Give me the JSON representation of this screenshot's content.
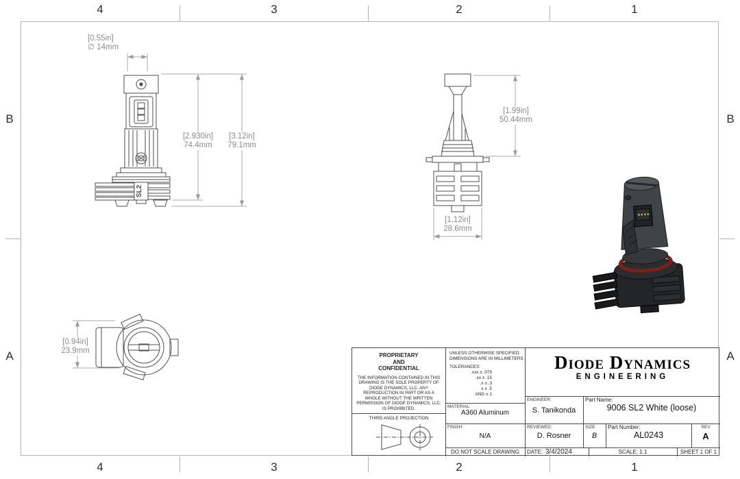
{
  "sheet": {
    "zone_cols": [
      "4",
      "3",
      "2",
      "1"
    ],
    "zone_rows": [
      "B",
      "A"
    ]
  },
  "views": {
    "front": {
      "logo_text": "SL2"
    }
  },
  "dims": {
    "front_dia_in": "[0.55in]",
    "front_dia_mm": "∅ 14mm",
    "front_h1_in": "[2.930in]",
    "front_h1_mm": "74.4mm",
    "front_h2_in": "[3.12in]",
    "front_h2_mm": "79.1mm",
    "side_h_in": "[1.99in]",
    "side_h_mm": "50.44mm",
    "side_w_in": "[1.12in]",
    "side_w_mm": "28.6mm",
    "top_w_in": "[0.94in]",
    "top_w_mm": "23.9mm"
  },
  "title_block": {
    "proprietary_heading": "PROPRIETARY\nAND\nCONFIDENTIAL",
    "proprietary_body": "THE INFORMATION CONTAINED IN THIS DRAWING IS THE SOLE PROPERTY OF DIODE DYNAMICS, LLC.  ANY REPRODUCTION IN PART OR AS A WHOLE WITHOUT THE WRITTEN PERMISSION OF DIODE DYNAMICS, LLC. IS PROHIBITED.",
    "third_angle_label": "THIRD ANGLE PROJECTION",
    "spec_line1": "UNLESS OTHERWISE SPECIFIED:",
    "spec_line2": "DIMENSIONS ARE IN MILLIMETERS",
    "tolerances_label": "TOLERANCES:",
    "tolerances": [
      ".xxx ± .075",
      ".xx ± .15",
      ".x ± .3",
      "x ± .5",
      "ANG ± 1"
    ],
    "material_label": "MATERIAL:",
    "material_value": "A360 Aluminum",
    "finish_label": "FINISH:",
    "finish_value": "N/A",
    "do_not_scale": "DO NOT SCALE DRAWING",
    "logo_line1": "Diode Dynamics",
    "logo_line2": "ENGINEERING",
    "engineer_label": "ENGINEER:",
    "engineer_value": "S. Tanikonda",
    "part_name_label": "Part Name:",
    "part_name_value": "9006 SL2 White (loose)",
    "reviewed_label": "REVIEWED:",
    "reviewed_value": "D. Rosner",
    "size_label": "SIZE",
    "size_value": "B",
    "part_number_label": "Part Number:",
    "part_number_value": "AL0243",
    "rev_label": "REV",
    "rev_value": "A",
    "date_label": "DATE:",
    "date_value": "3/4/2024",
    "scale_text": "SCALE: 1:1",
    "sheet_text": "SHEET 1 OF 1"
  }
}
